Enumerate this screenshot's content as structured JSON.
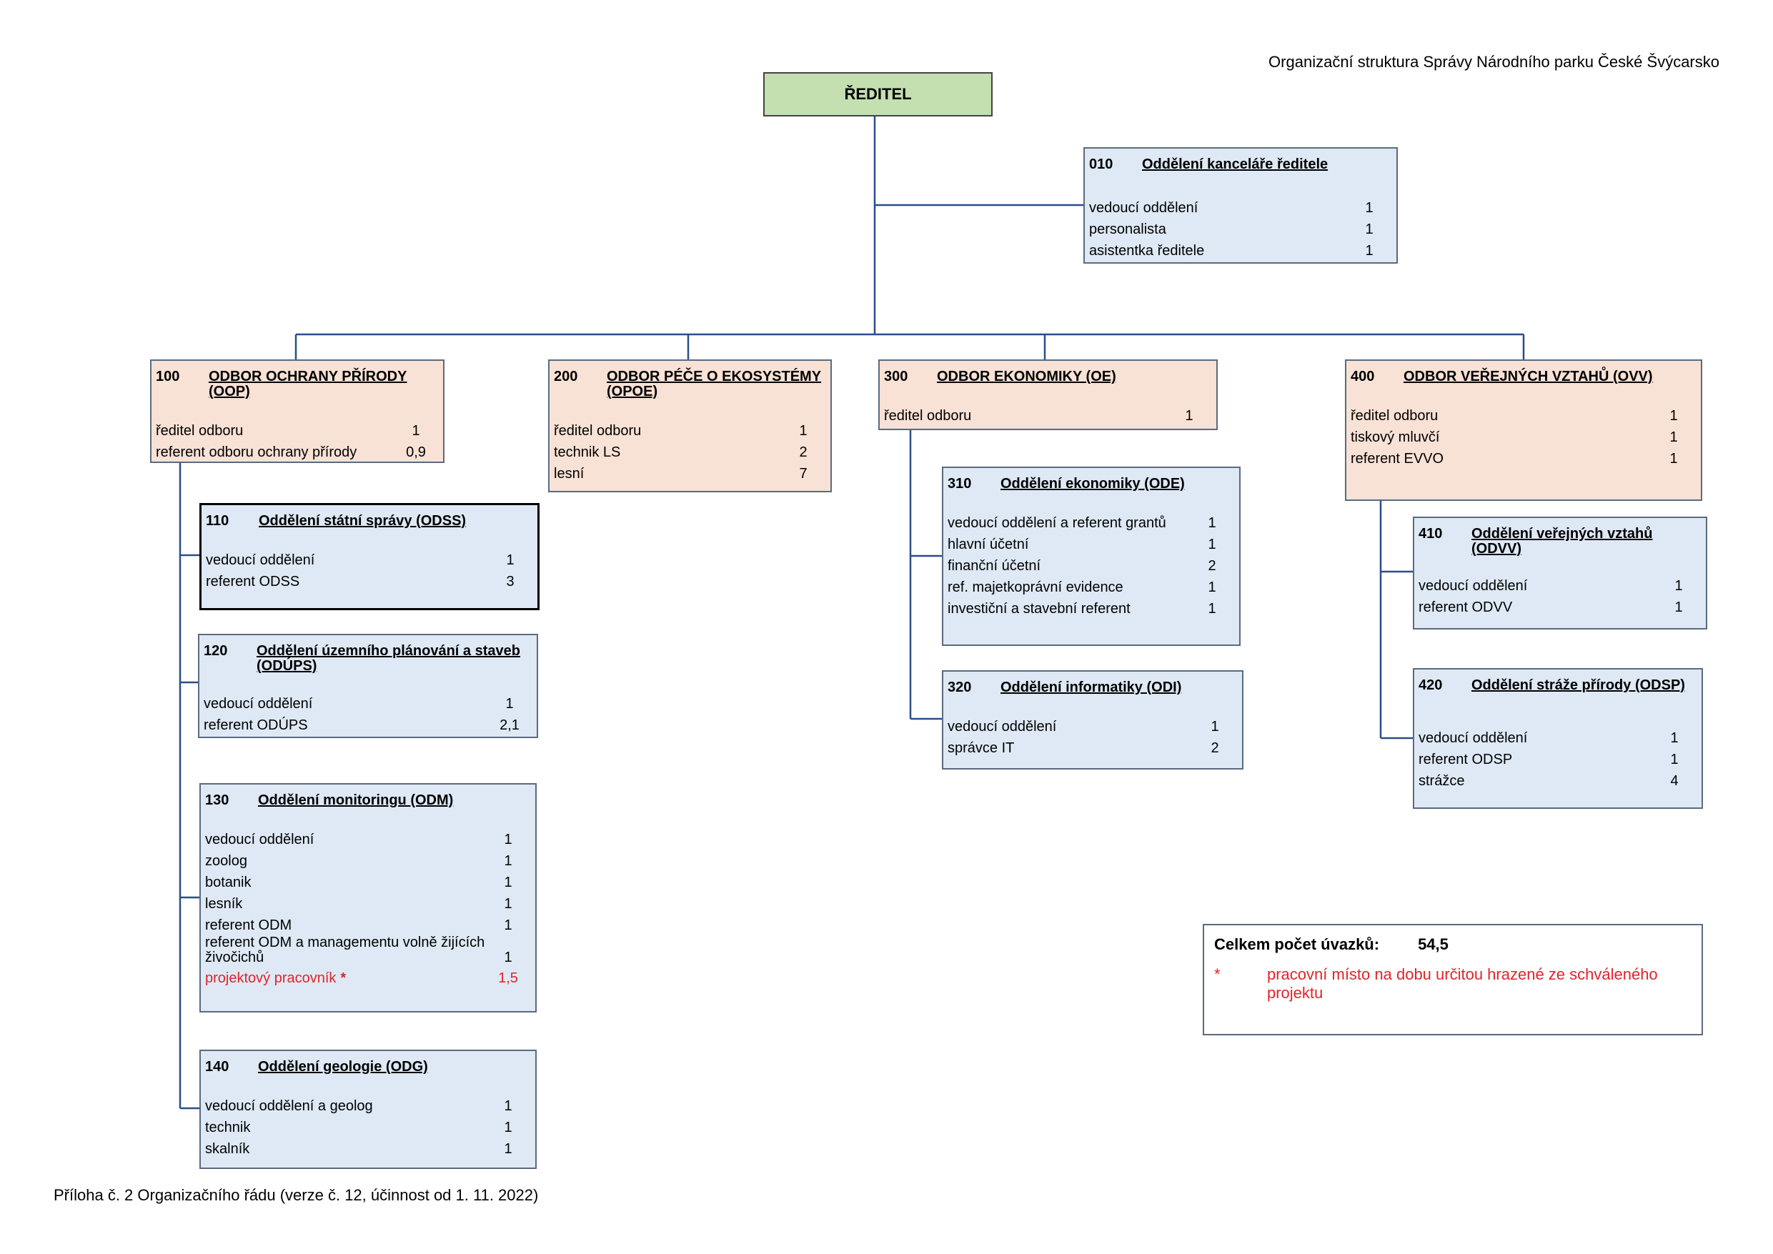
{
  "page_title": "Organizační struktura Správy Národního parku České Švýcarsko",
  "footer": "Příloha č. 2 Organizačního řádu (verze č. 12, účinnost od 1. 11. 2022)",
  "colors": {
    "director_fill": "#c4dfb0",
    "department_fill": "#f8e1d5",
    "section_fill": "#dee9f5",
    "connector": "#2c4c8c",
    "note_red": "#e0242a"
  },
  "director": {
    "label": "ŘEDITEL"
  },
  "office": {
    "code": "010",
    "name": "Oddělení kanceláře ředitele",
    "rows": [
      {
        "label": "vedoucí oddělení",
        "count": "1"
      },
      {
        "label": "personalista",
        "count": "1"
      },
      {
        "label": "asistentka ředitele",
        "count": "1"
      }
    ]
  },
  "departments": [
    {
      "code": "100",
      "name": "ODBOR OCHRANY PŘÍRODY (OOP)",
      "rows": [
        {
          "label": "ředitel odboru",
          "count": "1"
        },
        {
          "label": "referent odboru ochrany přírody",
          "count": "0,9"
        }
      ],
      "sections": [
        {
          "code": "110",
          "name": "Oddělení státní správy (ODSS)",
          "rows": [
            {
              "label": "vedoucí oddělení",
              "count": "1"
            },
            {
              "label": "referent ODSS",
              "count": "3"
            }
          ]
        },
        {
          "code": "120",
          "name": "Oddělení územního plánování a staveb (ODÚPS)",
          "rows": [
            {
              "label": "vedoucí oddělení",
              "count": "1"
            },
            {
              "label": "referent ODÚPS",
              "count": "2,1"
            }
          ]
        },
        {
          "code": "130",
          "name": "Oddělení monitoringu (ODM)",
          "rows": [
            {
              "label": "vedoucí oddělení",
              "count": "1"
            },
            {
              "label": "zoolog",
              "count": "1"
            },
            {
              "label": "botanik",
              "count": "1"
            },
            {
              "label": "lesník",
              "count": "1"
            },
            {
              "label": "referent ODM",
              "count": "1"
            },
            {
              "label": "referent ODM a managementu volně žijících živočichů",
              "count": "1"
            }
          ],
          "project_row": {
            "label": "projektový pracovník",
            "star": "*",
            "count": "1,5"
          }
        },
        {
          "code": "140",
          "name": "Oddělení geologie (ODG)",
          "rows": [
            {
              "label": "vedoucí oddělení a geolog",
              "count": "1"
            },
            {
              "label": "technik",
              "count": "1"
            },
            {
              "label": "skalník",
              "count": "1"
            }
          ]
        }
      ]
    },
    {
      "code": "200",
      "name": "ODBOR PÉČE O EKOSYSTÉMY (OPOE)",
      "rows": [
        {
          "label": "ředitel odboru",
          "count": "1"
        },
        {
          "label": "technik LS",
          "count": "2"
        },
        {
          "label": "lesní",
          "count": "7"
        }
      ]
    },
    {
      "code": "300",
      "name": "ODBOR EKONOMIKY (OE)",
      "rows": [
        {
          "label": "ředitel odboru",
          "count": "1"
        }
      ],
      "sections": [
        {
          "code": "310",
          "name": "Oddělení ekonomiky  (ODE)",
          "rows": [
            {
              "label": "vedoucí oddělení a referent grantů",
              "count": "1"
            },
            {
              "label": "hlavní účetní",
              "count": "1"
            },
            {
              "label": "finanční účetní",
              "count": "2"
            },
            {
              "label": "ref. majetkoprávní evidence",
              "count": "1"
            },
            {
              "label": "investiční a stavební referent",
              "count": "1"
            }
          ]
        },
        {
          "code": "320",
          "name": "Oddělení informatiky  (ODI)",
          "rows": [
            {
              "label": "vedoucí oddělení",
              "count": "1"
            },
            {
              "label": "správce IT",
              "count": "2"
            }
          ]
        }
      ]
    },
    {
      "code": "400",
      "name": "ODBOR VEŘEJNÝCH VZTAHŮ (OVV)",
      "rows": [
        {
          "label": "ředitel odboru",
          "count": "1"
        },
        {
          "label": "tiskový mluvčí",
          "count": "1"
        },
        {
          "label": "referent EVVO",
          "count": "1"
        }
      ],
      "sections": [
        {
          "code": "410",
          "name": "Oddělení veřejných vztahů (ODVV)",
          "rows": [
            {
              "label": "vedoucí oddělení",
              "count": "1"
            },
            {
              "label": "referent ODVV",
              "count": "1"
            }
          ]
        },
        {
          "code": "420",
          "name": "Oddělení stráže přírody (ODSP)",
          "rows": [
            {
              "label": "vedoucí oddělení",
              "count": "1"
            },
            {
              "label": "referent ODSP",
              "count": "1"
            },
            {
              "label": "strážce",
              "count": "4"
            }
          ]
        }
      ]
    }
  ],
  "summary": {
    "total_label": "Celkem počet úvazků:",
    "total_value": "54,5",
    "note_star": "*",
    "note_text": "pracovní místo na dobu určitou hrazené ze schváleného projektu"
  }
}
